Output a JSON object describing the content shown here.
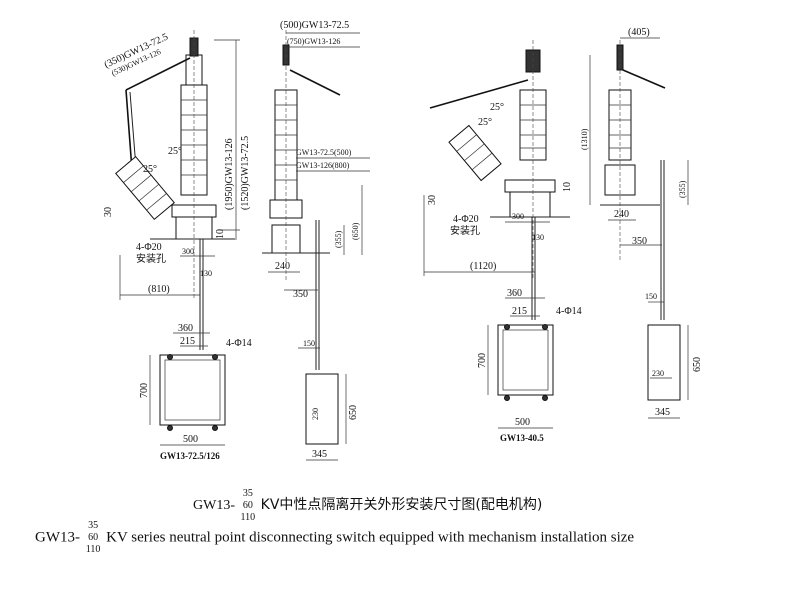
{
  "caption_cn": {
    "prefix": "GW13-",
    "stack": [
      "35",
      "60",
      "110"
    ],
    "suffix": "KV中性点隔离开关外形安装尺寸图(配电机构)"
  },
  "caption_en": {
    "prefix": "GW13-",
    "stack": [
      "35",
      "60",
      "110"
    ],
    "suffix": "KV  series neutral point disconnecting switch equipped with  mechanism installation size"
  },
  "labels": {
    "model_72_126": "GW13-72.5/126",
    "model_40_5": "GW13-40.5",
    "mount_hole_a": "4-Φ20",
    "mount_text_a": "安装孔",
    "mount_hole_b": "4-Φ20",
    "mount_text_b": "安装孔",
    "box_hole_a": "4-Φ14",
    "box_hole_b": "4-Φ14",
    "arm_350": "(350)GW13-72.5",
    "arm_530": "(530)GW13-126",
    "arm_500": "(500)GW13-72.5",
    "arm_750": "(750)GW13-126",
    "h_1950": "(1950)GW13-126",
    "h_1520": "(1520)GW13-72.5",
    "span_500_label": "GW13-72.5(500)",
    "span_800_label": "GW13-126(800)",
    "angle_25": "25°",
    "dim_30": "30",
    "dim_10": "10",
    "dim_300": "300",
    "dim_130": "130",
    "dim_810": "(810)",
    "dim_240": "240",
    "dim_350": "350",
    "dim_355": "(355)",
    "dim_650p": "(650)",
    "dim_360": "360",
    "dim_215": "215",
    "dim_700": "700",
    "dim_500": "500",
    "dim_150": "150",
    "dim_230": "230",
    "dim_650": "650",
    "dim_345": "345",
    "dim_405": "(405)",
    "dim_1310": "(1310)",
    "dim_1120": "(1120)"
  }
}
